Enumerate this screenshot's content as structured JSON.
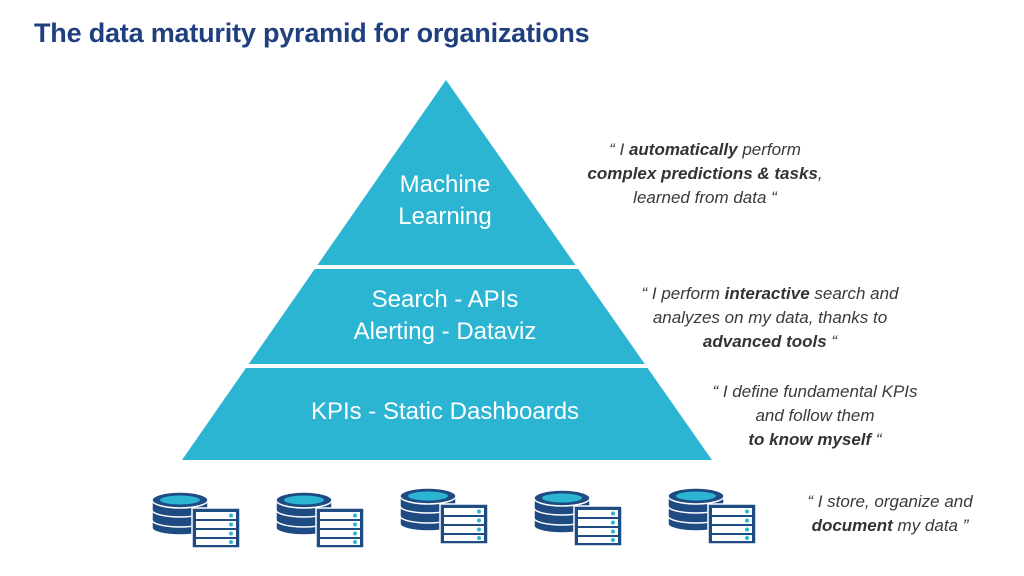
{
  "title": "The data maturity pyramid for organizations",
  "colors": {
    "title": "#1f3f7f",
    "pyramid_fill": "#2cb5d3",
    "pyramid_divider": "#ffffff",
    "db_dark": "#1e4c82",
    "db_accent": "#2cb5d3"
  },
  "tiers": [
    {
      "lines": [
        "Machine",
        "Learning"
      ],
      "quote": [
        [
          {
            "t": "“ I ",
            "b": false
          },
          {
            "t": "automatically",
            "b": true
          },
          {
            "t": " perform",
            "b": false
          }
        ],
        [
          {
            "t": "complex predictions & tasks",
            "b": true
          },
          {
            "t": ",",
            "b": false
          }
        ],
        [
          {
            "t": "learned from data “",
            "b": false
          }
        ]
      ]
    },
    {
      "lines": [
        "Search - APIs",
        "Alerting - Dataviz"
      ],
      "quote": [
        [
          {
            "t": "“ I perform ",
            "b": false
          },
          {
            "t": "interactive",
            "b": true
          },
          {
            "t": " search and",
            "b": false
          }
        ],
        [
          {
            "t": "analyzes on my data, thanks to",
            "b": false
          }
        ],
        [
          {
            "t": "advanced tools",
            "b": true
          },
          {
            "t": " “",
            "b": false
          }
        ]
      ]
    },
    {
      "lines": [
        "KPIs - Static Dashboards"
      ],
      "quote": [
        [
          {
            "t": "“ I define fundamental KPIs",
            "b": false
          }
        ],
        [
          {
            "t": "and follow them",
            "b": false
          }
        ],
        [
          {
            "t": "to know myself",
            "b": true
          },
          {
            "t": " “",
            "b": false
          }
        ]
      ]
    }
  ],
  "storage": {
    "icon": "database-server-icon",
    "count": 5,
    "quote": [
      [
        {
          "t": "“ I store, organize and",
          "b": false
        }
      ],
      [
        {
          "t": "document",
          "b": true
        },
        {
          "t": " my data ”",
          "b": false
        }
      ]
    ]
  }
}
